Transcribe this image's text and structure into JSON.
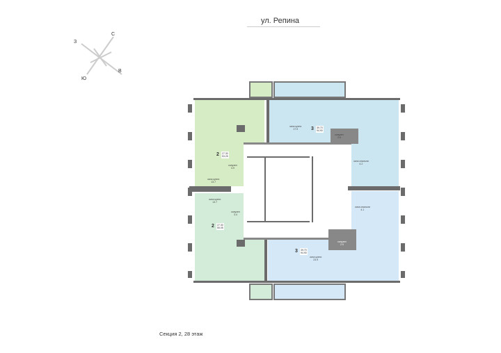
{
  "street": "ул. Репина",
  "compass": {
    "n": "С",
    "w": "З",
    "s": "Ю",
    "e": "В"
  },
  "caption": "Секция 2, 28 этаж",
  "colors": {
    "green": "#d5ecc4",
    "teal": "#d3ecd9",
    "blue": "#cce6f1",
    "blue2": "#d4e8f7",
    "wall": "#6b6b6b"
  },
  "apartments": [
    {
      "rooms": "2",
      "living": "27.30",
      "total": "53.25",
      "rooms_labels": [
        {
          "name": "санузел",
          "area": "3.9"
        },
        {
          "name": "зона кухни",
          "area": "13.7"
        }
      ]
    },
    {
      "rooms": "3",
      "living": "39.70",
      "total": "94.90",
      "rooms_labels": [
        {
          "name": "зона кухни",
          "area": "17.9"
        },
        {
          "name": "санузел",
          "area": "2.5"
        },
        {
          "name": "зона спальни",
          "area": "4.2"
        }
      ]
    },
    {
      "rooms": "2",
      "living": "27.30",
      "total": "55.05",
      "rooms_labels": [
        {
          "name": "зона кухни",
          "area": "13.7"
        },
        {
          "name": "санузел",
          "area": "3.4"
        }
      ]
    },
    {
      "rooms": "3",
      "living": "39.70",
      "total": "94.90",
      "rooms_labels": [
        {
          "name": "санузел",
          "area": "2.9"
        },
        {
          "name": "зона кухни",
          "area": "23.9"
        },
        {
          "name": "зона спальни",
          "area": "4.1"
        }
      ]
    }
  ]
}
